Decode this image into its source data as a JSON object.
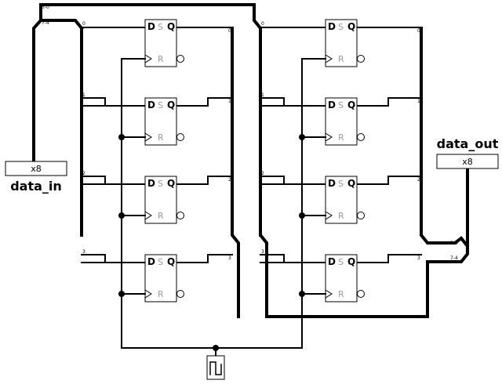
{
  "title": "",
  "pins": {
    "input": {
      "label": "data_in",
      "width": "x8"
    },
    "output": {
      "label": "data_out",
      "width": "x8"
    }
  },
  "flip_flop": {
    "d": "D",
    "s": "S",
    "q": "Q",
    "r": "R"
  },
  "bus_labels": {
    "split_low": "3-0",
    "split_high": "7-4",
    "bits": [
      "0",
      "1",
      "2",
      "3"
    ]
  },
  "clock": {
    "icon": "clock-icon"
  }
}
